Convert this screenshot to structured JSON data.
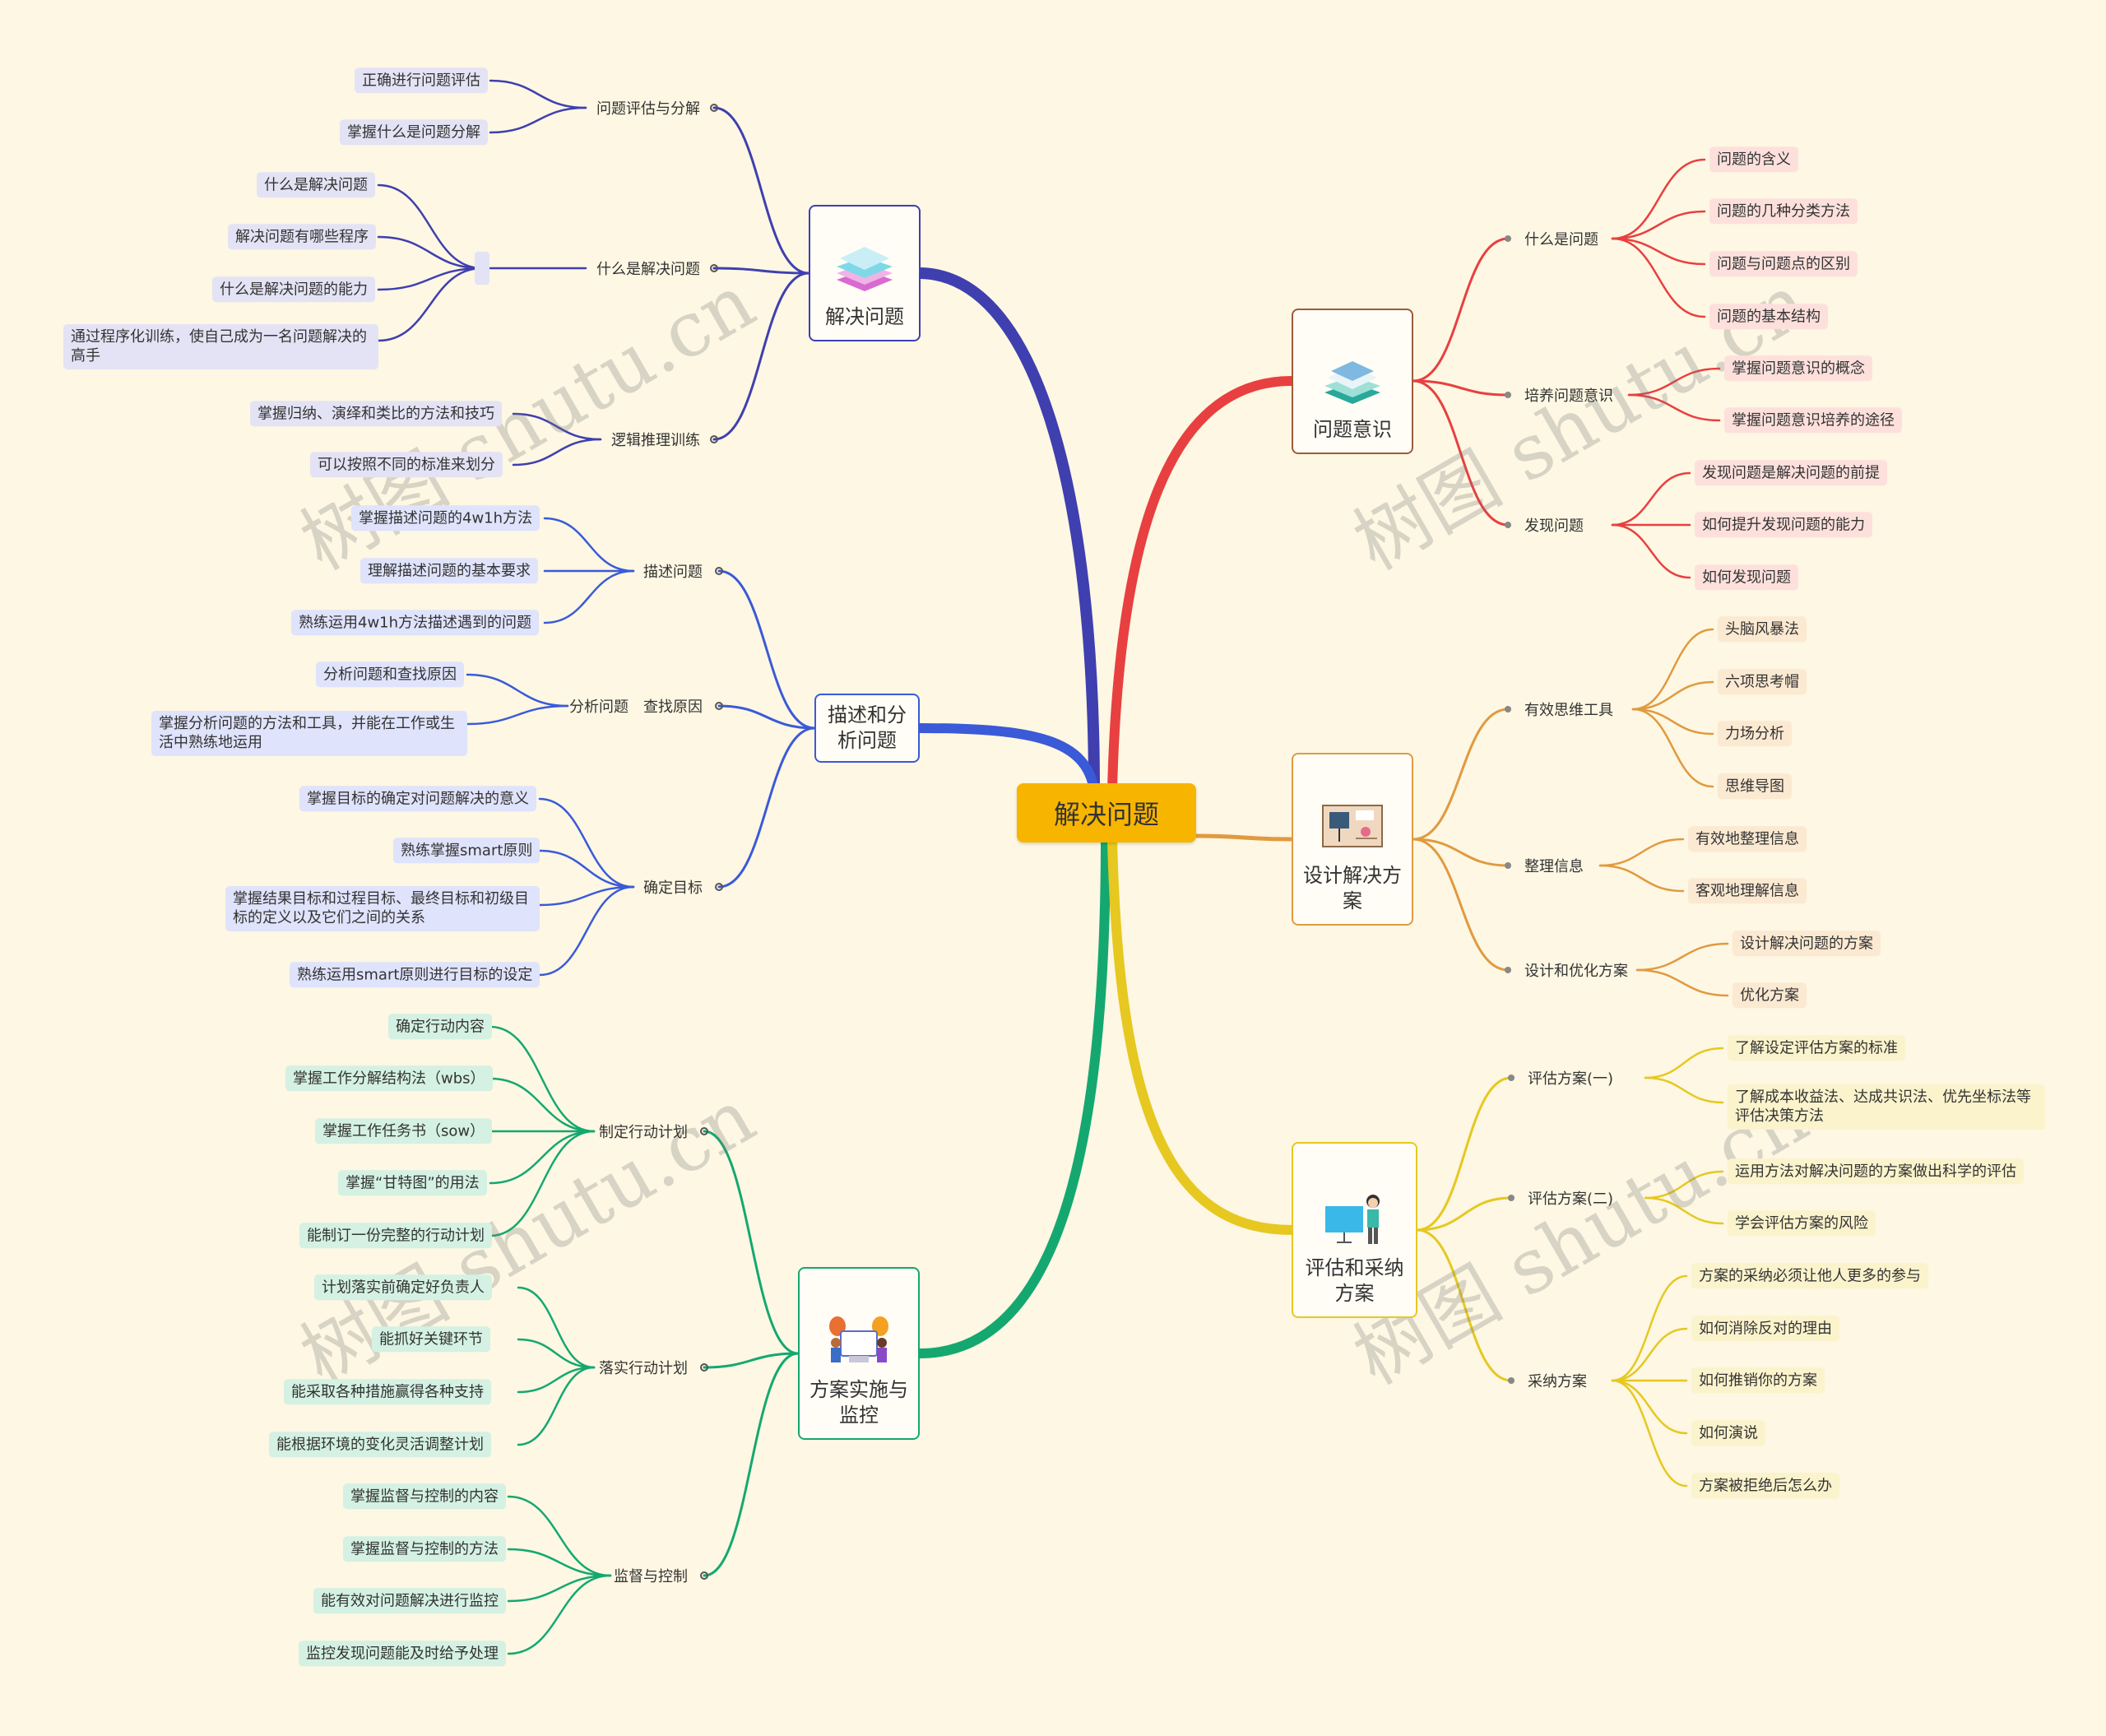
{
  "root": "解决问题",
  "watermark": "树图 shutu.cn",
  "colors": {
    "root": "#f8b500",
    "b1": "#3f3fb0",
    "b2": "#3a5ad8",
    "b3": "#14a870",
    "b4": "#e84040",
    "b5": "#e09a40",
    "b6": "#e6c820"
  },
  "branches": {
    "b1": {
      "title": "解决问题",
      "icon": "books-icon",
      "subs": [
        {
          "label": "问题评估与分解",
          "leaves": [
            "正确进行问题评估",
            "掌握什么是问题分解"
          ]
        },
        {
          "label": "什么是解决问题",
          "leaves": [
            "什么是解决问题",
            "解决问题有哪些程序",
            "什么是解决问题的能力",
            "通过程序化训练，使自己成为一名问题解决的高手"
          ]
        },
        {
          "label": "逻辑推理训练",
          "leaves": [
            "掌握归纳、演绎和类比的方法和技巧",
            "可以按照不同的标准来划分"
          ]
        }
      ]
    },
    "b2": {
      "title": "描述和分析问题",
      "subs": [
        {
          "label": "描述问题",
          "leaves": [
            "掌握描述问题的4w1h方法",
            "理解描述问题的基本要求",
            "熟练运用4w1h方法描述遇到的问题"
          ]
        },
        {
          "label": "分析问题　查找原因",
          "leaves": [
            "分析问题和查找原因",
            "掌握分析问题的方法和工具，并能在工作或生活中熟练地运用"
          ]
        },
        {
          "label": "确定目标",
          "leaves": [
            "掌握目标的确定对问题解决的意义",
            "熟练掌握smart原则",
            "掌握结果目标和过程目标、最终目标和初级目标的定义以及它们之间的关系",
            "熟练运用smart原则进行目标的设定"
          ]
        }
      ]
    },
    "b3": {
      "title": "方案实施与监控",
      "icon": "team-icon",
      "subs": [
        {
          "label": "制定行动计划",
          "leaves": [
            "确定行动内容",
            "掌握工作分解结构法（wbs）",
            "掌握工作任务书（sow）",
            "掌握“甘特图”的用法",
            "能制订一份完整的行动计划"
          ]
        },
        {
          "label": "落实行动计划",
          "leaves": [
            "计划落实前确定好负责人",
            "能抓好关键环节",
            "能采取各种措施赢得各种支持",
            "能根据环境的变化灵活调整计划"
          ]
        },
        {
          "label": "监督与控制",
          "leaves": [
            "掌握监督与控制的内容",
            "掌握监督与控制的方法",
            "能有效对问题解决进行监控",
            "监控发现问题能及时给予处理"
          ]
        }
      ]
    },
    "b4": {
      "title": "问题意识",
      "icon": "books-icon",
      "subs": [
        {
          "label": "什么是问题",
          "leaves": [
            "问题的含义",
            "问题的几种分类方法",
            "问题与问题点的区别",
            "问题的基本结构"
          ]
        },
        {
          "label": "培养问题意识",
          "leaves": [
            "掌握问题意识的概念",
            "掌握问题意识培养的途径"
          ]
        },
        {
          "label": "发现问题",
          "leaves": [
            "发现问题是解决问题的前提",
            "如何提升发现问题的能力",
            "如何发现问题"
          ]
        }
      ]
    },
    "b5": {
      "title": "设计解决方案",
      "icon": "board-icon",
      "subs": [
        {
          "label": "有效思维工具",
          "leaves": [
            "头脑风暴法",
            "六项思考帽",
            "力场分析",
            "思维导图"
          ]
        },
        {
          "label": "整理信息",
          "leaves": [
            "有效地整理信息",
            "客观地理解信息"
          ]
        },
        {
          "label": "设计和优化方案",
          "leaves": [
            "设计解决问题的方案",
            "优化方案"
          ]
        }
      ]
    },
    "b6": {
      "title": "评估和采纳方案",
      "icon": "presenter-icon",
      "subs": [
        {
          "label": "评估方案(一)",
          "leaves": [
            "了解设定评估方案的标准",
            "了解成本收益法、达成共识法、优先坐标法等评估决策方法"
          ]
        },
        {
          "label": "评估方案(二)",
          "leaves": [
            "运用方法对解决问题的方案做出科学的评估",
            "学会评估方案的风险"
          ]
        },
        {
          "label": "采纳方案",
          "leaves": [
            "方案的采纳必须让他人更多的参与",
            "如何消除反对的理由",
            "如何推销你的方案",
            "如何演说",
            "方案被拒绝后怎么办"
          ]
        }
      ]
    }
  }
}
